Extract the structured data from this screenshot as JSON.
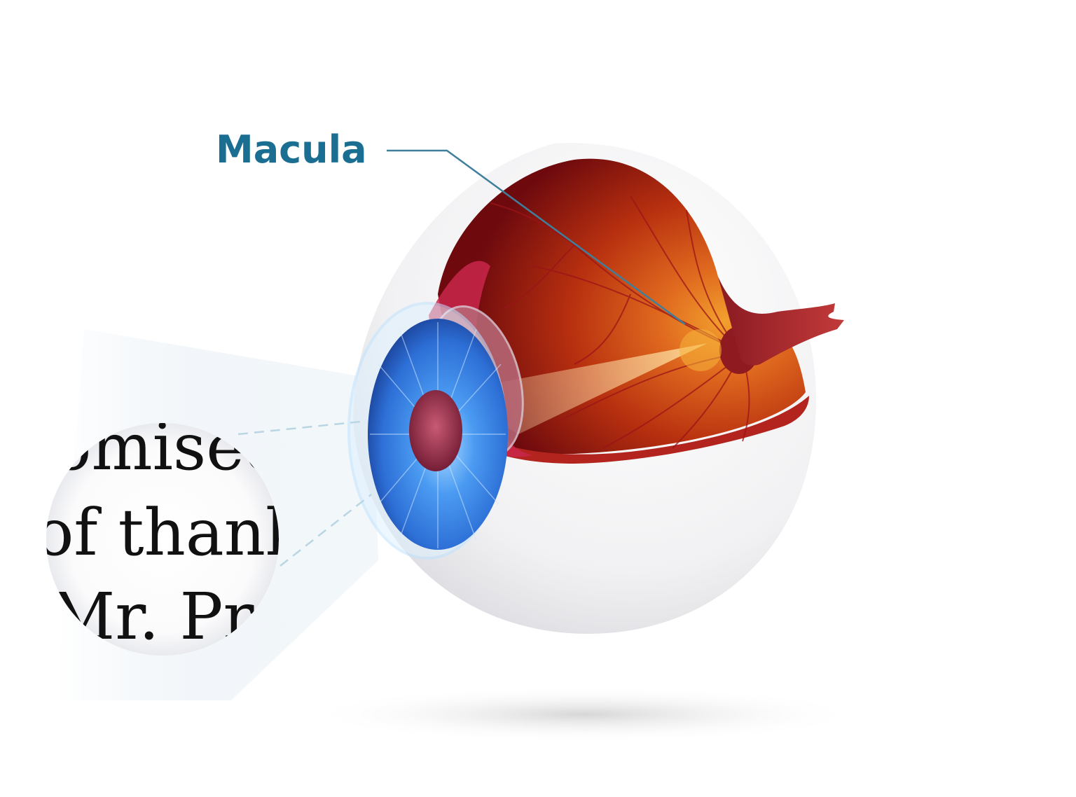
{
  "diagram": {
    "labels": {
      "macula": "Macula"
    },
    "magnified_text": {
      "line1": "omised",
      "line2": "of thanks",
      "line3": "Mr. Pro"
    },
    "colors": {
      "label": "#1a6e92",
      "leader_line": "#3f7f9c",
      "iris": "#3a7fe0",
      "retina": "#c8451b",
      "sclera": "#ececec",
      "shadow": "#d9d9d9"
    }
  }
}
